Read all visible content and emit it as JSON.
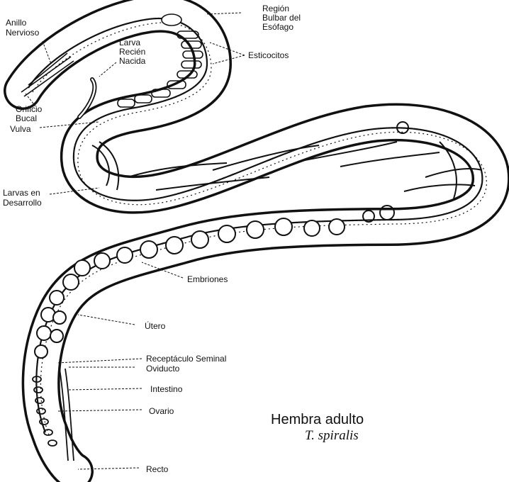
{
  "labels": {
    "anillo": [
      "Anillo",
      "Nervioso"
    ],
    "bulbar": [
      "Región",
      "Bulbar del",
      "Esófago"
    ],
    "larva": [
      "Larva",
      "Recién",
      "Nacida"
    ],
    "esticocitos": "Esticocitos",
    "orificio": [
      "Orificio",
      "Bucal"
    ],
    "vulva": "Vulva",
    "larvas_desarrollo": [
      "Larvas en",
      "Desarrollo"
    ],
    "embriones": "Embriones",
    "utero": "Útero",
    "receptaculo": "Receptáculo Seminal",
    "oviducto": "Oviducto",
    "intestino": "Intestino",
    "ovario": "Ovario",
    "recto": "Recto"
  },
  "caption": {
    "title": "Hembra adulto",
    "species": "T. spiralis"
  }
}
